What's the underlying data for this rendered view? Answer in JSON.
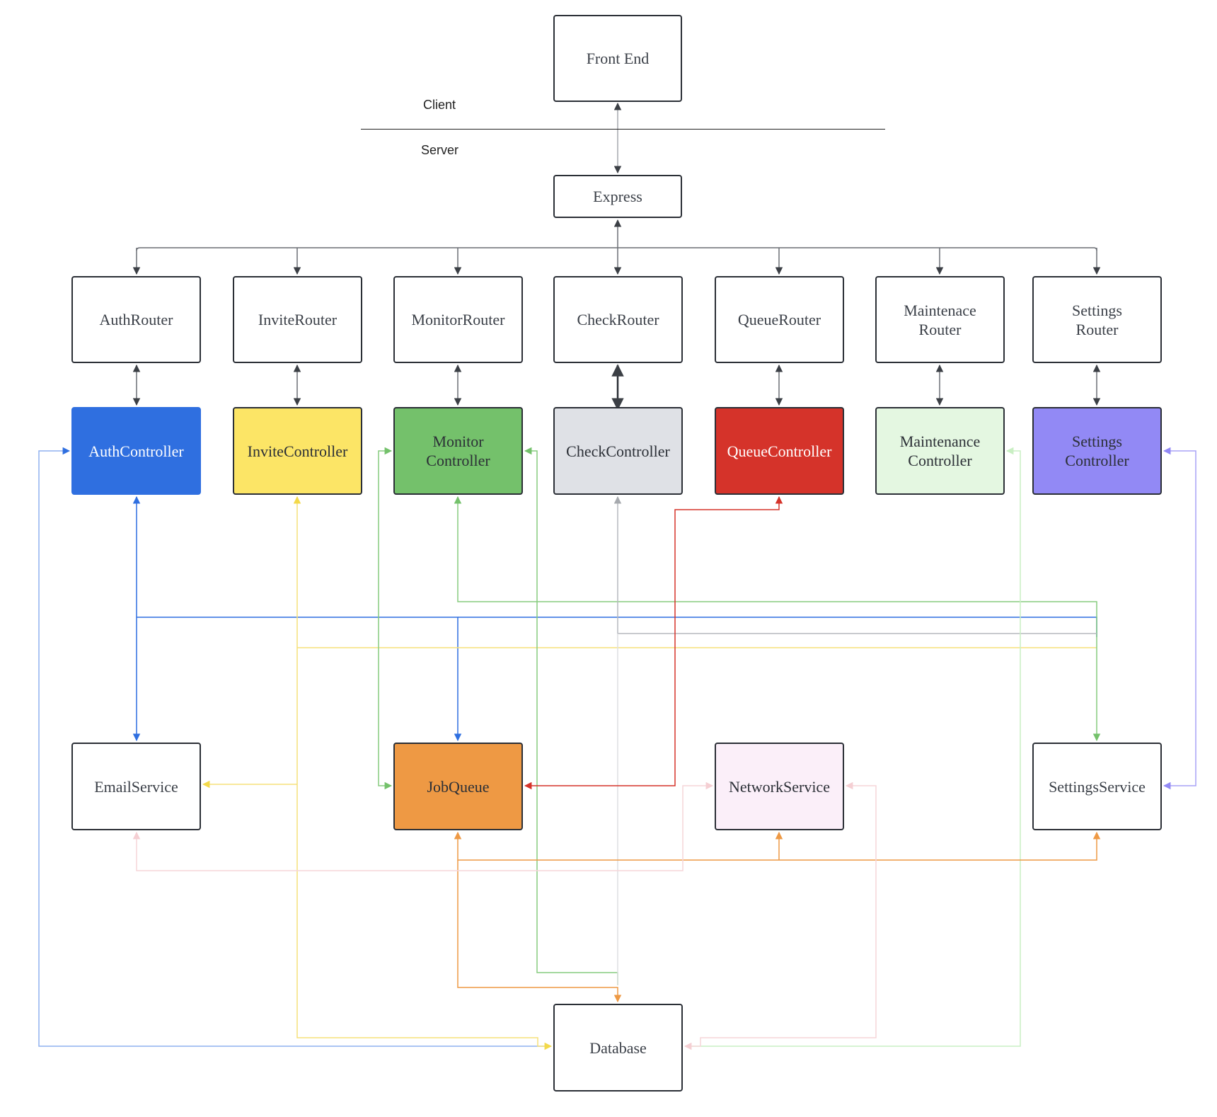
{
  "zones": {
    "client": "Client",
    "server": "Server"
  },
  "colors": {
    "line_dark": "#3b3f45",
    "auth": "#2f6fe0",
    "invite": "#fce566",
    "monitor": "#74c16b",
    "check": "#dfe1e6",
    "queue": "#d5332a",
    "maintenance": "#e4f7e1",
    "settings": "#9289f5",
    "jobqueue": "#ee9944",
    "network": "#fbeff9",
    "pink_line": "#f5cfd3"
  },
  "nodes": {
    "frontend": {
      "label": "Front End"
    },
    "express": {
      "label": "Express"
    },
    "authrouter": {
      "label": "AuthRouter"
    },
    "inviterouter": {
      "label": "InviteRouter"
    },
    "monitorrouter": {
      "label": "MonitorRouter"
    },
    "checkrouter": {
      "label": "CheckRouter"
    },
    "queuerouter": {
      "label": "QueueRouter"
    },
    "maintrouter": {
      "label": "Maintenace\nRouter"
    },
    "settingsrouter": {
      "label": "Settings\nRouter"
    },
    "authctrl": {
      "label": "AuthController",
      "fill": "#2f6fe0",
      "text_color": "#ffffff"
    },
    "invitectrl": {
      "label": "InviteController",
      "fill": "#fce566",
      "text_color": "#2b2f36"
    },
    "monitorctrl": {
      "label": "Monitor\nController",
      "fill": "#74c16b",
      "text_color": "#2b2f36"
    },
    "checkctrl": {
      "label": "CheckController",
      "fill": "#dfe1e6",
      "text_color": "#2b2f36"
    },
    "queuectrl": {
      "label": "QueueController",
      "fill": "#d5332a",
      "text_color": "#ffffff"
    },
    "maintctrl": {
      "label": "Maintenance\nController",
      "fill": "#e4f7e1",
      "text_color": "#2b2f36"
    },
    "settingsctrl": {
      "label": "Settings\nController",
      "fill": "#9289f5",
      "text_color": "#2b2f36"
    },
    "email": {
      "label": "EmailService"
    },
    "jobqueue": {
      "label": "JobQueue",
      "fill": "#ee9944",
      "text_color": "#2b2f36"
    },
    "network": {
      "label": "NetworkService",
      "fill": "#fbeff9",
      "text_color": "#2b2f36"
    },
    "settingssvc": {
      "label": "SettingsService"
    },
    "database": {
      "label": "Database"
    }
  }
}
